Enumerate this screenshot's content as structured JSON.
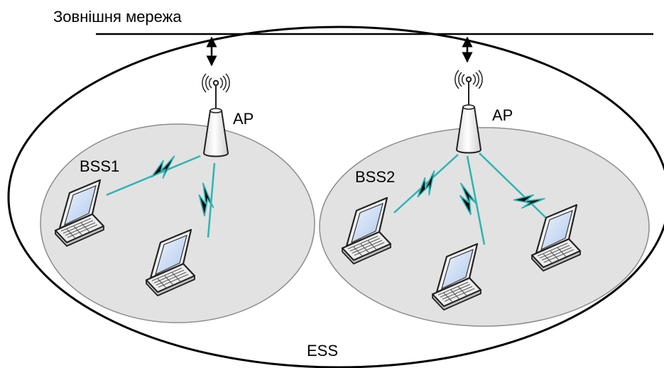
{
  "diagram": {
    "network_label": "Зовнішня мережа",
    "ess_label": "ESS",
    "bss": [
      {
        "label": "BSS1",
        "ap_label": "AP"
      },
      {
        "label": "BSS2",
        "ap_label": "AP"
      }
    ]
  },
  "colors": {
    "bss_fill": "#e2e2e2",
    "bss_stroke": "#8c8c8c",
    "wireless_link": "#2fb3b3",
    "screen": "#c9daf4",
    "ap_body": "#efefef"
  },
  "icons": [
    "antenna-signal-icon",
    "access-point-icon",
    "laptop-icon",
    "lightning-bolt-icon",
    "double-arrow-icon"
  ]
}
